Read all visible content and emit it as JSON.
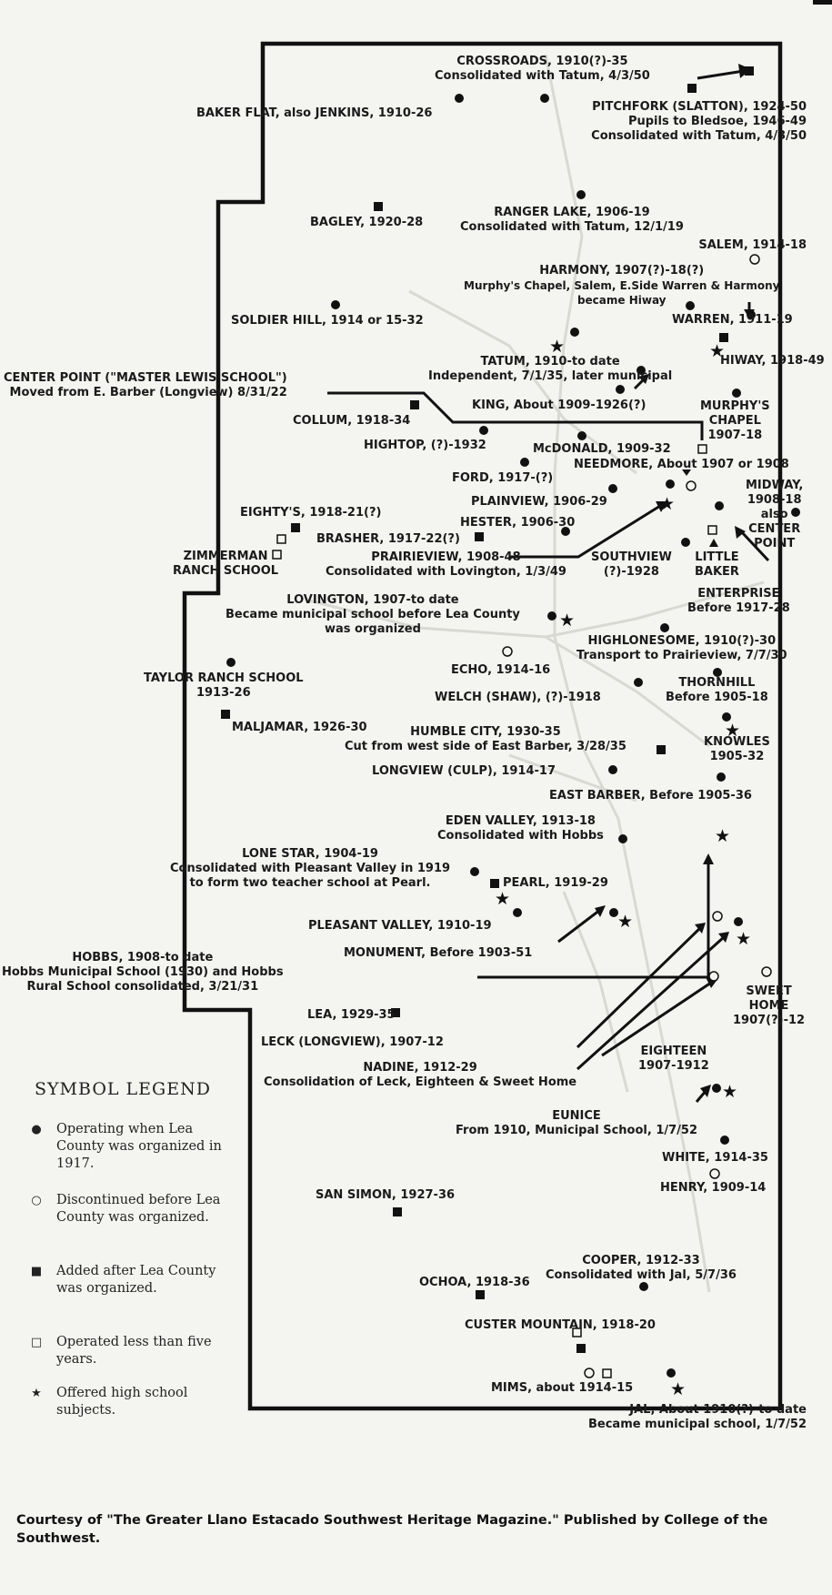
{
  "labels": {
    "crossroads": [
      "CROSSROADS, 1910(?)-35",
      "Consolidated with Tatum, 4/3/50"
    ],
    "baker_flat": [
      "BAKER FLAT, also JENKINS, 1910-26"
    ],
    "pitchfork": [
      "PITCHFORK (SLATTON), 1924-50",
      "Pupils to Bledsoe, 1946-49",
      "Consolidated with Tatum, 4/3/50"
    ],
    "ranger_lake": [
      "RANGER LAKE, 1906-19",
      "Consolidated with Tatum, 12/1/19"
    ],
    "bagley": [
      "BAGLEY, 1920-28"
    ],
    "salem": [
      "SALEM, 1914-18"
    ],
    "harmony": [
      "HARMONY, 1907(?)-18(?)",
      "Murphy's Chapel, Salem, E.Side Warren & Harmony",
      "became Hiway"
    ],
    "soldier_hill": [
      "SOLDIER HILL, 1914 or 15-32"
    ],
    "warren": [
      "WARREN, 1911-19"
    ],
    "tatum": [
      "TATUM, 1910-to date",
      "Independent, 7/1/35, later municipal"
    ],
    "hiway": [
      "HIWAY, 1918-49"
    ],
    "center_point": [
      "CENTER POINT (\"MASTER LEWIS SCHOOL\")",
      "Moved from E. Barber (Longview) 8/31/22"
    ],
    "king": [
      "KING, About 1909-1926(?)"
    ],
    "murphys_chapel": [
      "MURPHY'S",
      "CHAPEL",
      "1907-18"
    ],
    "collum": [
      "COLLUM, 1918-34"
    ],
    "hightop": [
      "HIGHTOP, (?)-1932"
    ],
    "mcdonald": [
      "McDONALD, 1909-32"
    ],
    "needmore": [
      "NEEDMORE, About 1907 or 1908"
    ],
    "ford": [
      "FORD, 1917-(?)"
    ],
    "plainview": [
      "PLAINVIEW, 1906-29"
    ],
    "midway": [
      "MIDWAY,",
      "1908-18",
      "also",
      "CENTER",
      "POINT"
    ],
    "eightys": [
      "EIGHTY'S, 1918-21(?)"
    ],
    "hester": [
      "HESTER, 1906-30"
    ],
    "brasher": [
      "BRASHER, 1917-22(?)"
    ],
    "zimmerman": [
      "ZIMMERMAN",
      "RANCH SCHOOL"
    ],
    "prairieview": [
      "PRAIRIEVIEW, 1908-48",
      "Consolidated with Lovington, 1/3/49"
    ],
    "southview": [
      "SOUTHVIEW",
      "(?)-1928"
    ],
    "little_baker": [
      "LITTLE",
      "BAKER"
    ],
    "enterprise": [
      "ENTERPRISE",
      "Before 1917-28"
    ],
    "lovington": [
      "LOVINGTON, 1907-to date",
      "Became municipal school before Lea County",
      "was organized"
    ],
    "highlonesome": [
      "HIGHLONESOME, 1910(?)-30",
      "Transport to Prairieview, 7/7/30"
    ],
    "echo": [
      "ECHO, 1914-16"
    ],
    "taylor_ranch": [
      "TAYLOR RANCH SCHOOL",
      "1913-26"
    ],
    "thornhill": [
      "THORNHILL",
      "Before 1905-18"
    ],
    "welch": [
      "WELCH (SHAW), (?)-1918"
    ],
    "maljamar": [
      "MALJAMAR, 1926-30"
    ],
    "humble_city": [
      "HUMBLE CITY, 1930-35",
      "Cut from west side of East Barber, 3/28/35"
    ],
    "knowles": [
      "KNOWLES",
      "1905-32"
    ],
    "longview_culp": [
      "LONGVIEW (CULP), 1914-17"
    ],
    "east_barber": [
      "EAST BARBER, Before 1905-36"
    ],
    "eden_valley": [
      "EDEN VALLEY, 1913-18",
      "Consolidated with Hobbs"
    ],
    "lone_star": [
      "LONE STAR, 1904-19",
      "Consolidated with Pleasant Valley in 1919",
      "to form two teacher school at Pearl."
    ],
    "pearl": [
      "PEARL, 1919-29"
    ],
    "pleasant_valley": [
      "PLEASANT VALLEY, 1910-19"
    ],
    "monument": [
      "MONUMENT, Before 1903-51"
    ],
    "hobbs": [
      "HOBBS, 1908-to date",
      "Hobbs Municipal School (1930) and Hobbs",
      "Rural School consolidated, 3/21/31"
    ],
    "sweet_home": [
      "SWEET",
      "HOME",
      "1907(?)-12"
    ],
    "lea": [
      "LEA, 1929-35"
    ],
    "leck": [
      "LECK (LONGVIEW), 1907-12"
    ],
    "eighteen": [
      "EIGHTEEN",
      "1907-1912"
    ],
    "nadine": [
      "NADINE, 1912-29",
      "Consolidation of Leck, Eighteen & Sweet Home"
    ],
    "eunice": [
      "EUNICE",
      "From 1910, Municipal School, 1/7/52"
    ],
    "white": [
      "WHITE, 1914-35"
    ],
    "henry": [
      "HENRY, 1909-14"
    ],
    "san_simon": [
      "SAN SIMON, 1927-36"
    ],
    "cooper": [
      "COOPER, 1912-33",
      "Consolidated with Jal, 5/7/36"
    ],
    "ochoa": [
      "OCHOA, 1918-36"
    ],
    "custer_mountain": [
      "CUSTER MOUNTAIN, 1918-20"
    ],
    "mims": [
      "MIMS, about 1914-15"
    ],
    "jal": [
      "JAL, About 1910(?)-to date",
      "Became municipal school, 1/7/52"
    ]
  },
  "legend": {
    "title": "SYMBOL LEGEND",
    "items": [
      {
        "symbol": "●",
        "text": "Operating when Lea County was organized in 1917."
      },
      {
        "symbol": "○",
        "text": "Discontinued before Lea County was organized."
      },
      {
        "symbol": "■",
        "text": "Added after Lea County was organized."
      },
      {
        "symbol": "□",
        "text": "Operated less than five years."
      },
      {
        "symbol": "★",
        "text": "Offered high school subjects."
      }
    ]
  },
  "credit": "Courtesy of \"The Greater Llano Estacado Southwest Heritage Magazine.\" Published by College of the Southwest."
}
